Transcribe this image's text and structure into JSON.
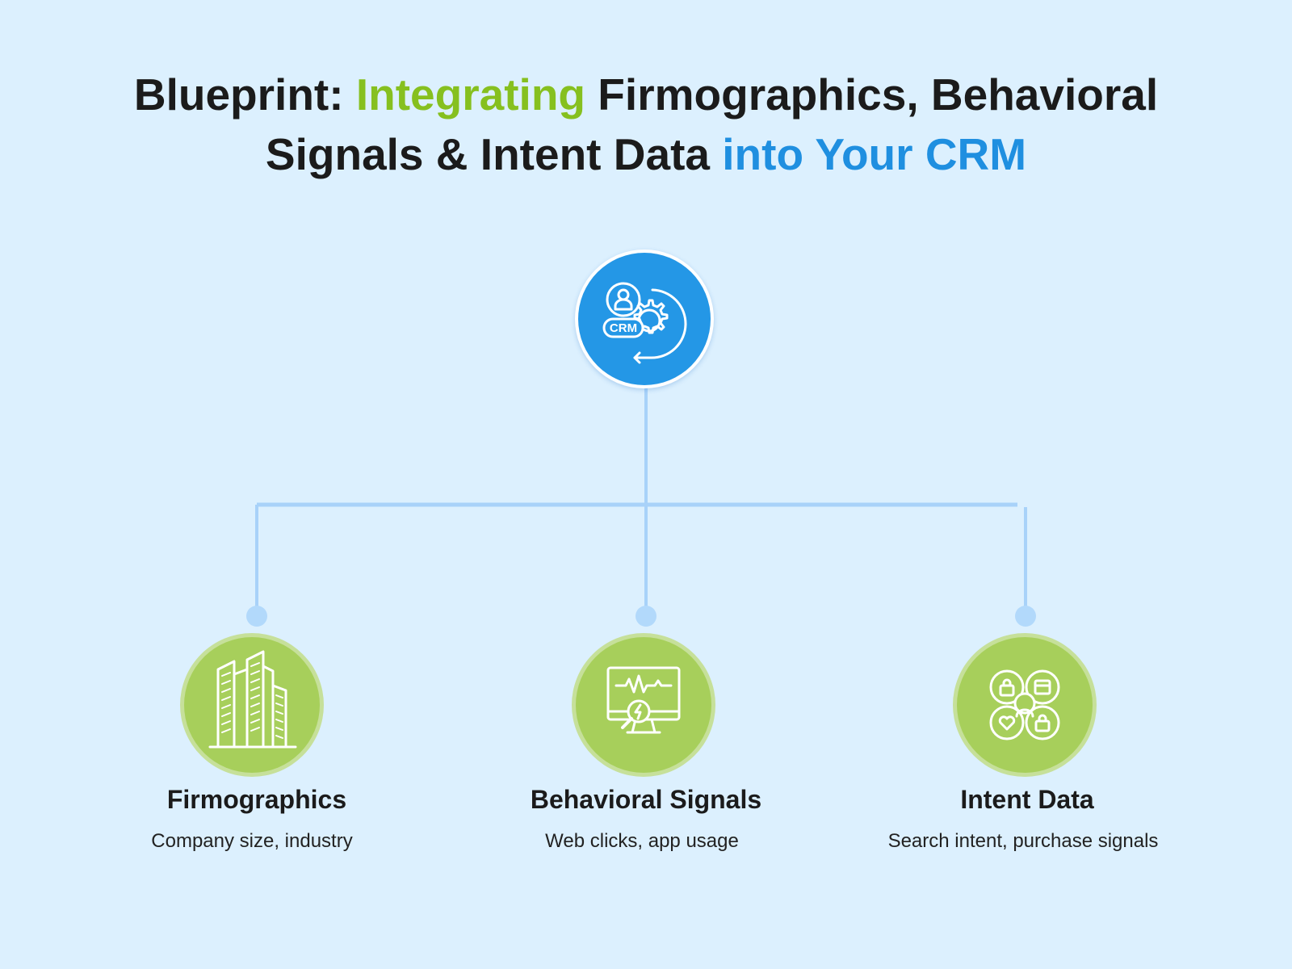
{
  "title": {
    "part1": "Blueprint: ",
    "part2": "Integrating",
    "part3": " Firmographics, Behavioral",
    "part4": "Signals & Intent Data ",
    "part5": " into Your CRM"
  },
  "hub": {
    "label": "CRM",
    "icon": "crm-gear-icon"
  },
  "nodes": [
    {
      "title": "Firmographics",
      "desc": "Company size, industry",
      "icon": "buildings-icon"
    },
    {
      "title": "Behavioral Signals",
      "desc": "Web clicks, app usage",
      "icon": "monitor-analytics-icon"
    },
    {
      "title": "Intent Data",
      "desc": "Search intent, purchase signals",
      "icon": "shopping-intent-icon"
    }
  ],
  "colors": {
    "background": "#dcf0fe",
    "green": "#86c01f",
    "blue": "#1f8fe0",
    "hub": "#2497e6",
    "node": "#a7cf5b",
    "connector": "#a8d2f9"
  }
}
